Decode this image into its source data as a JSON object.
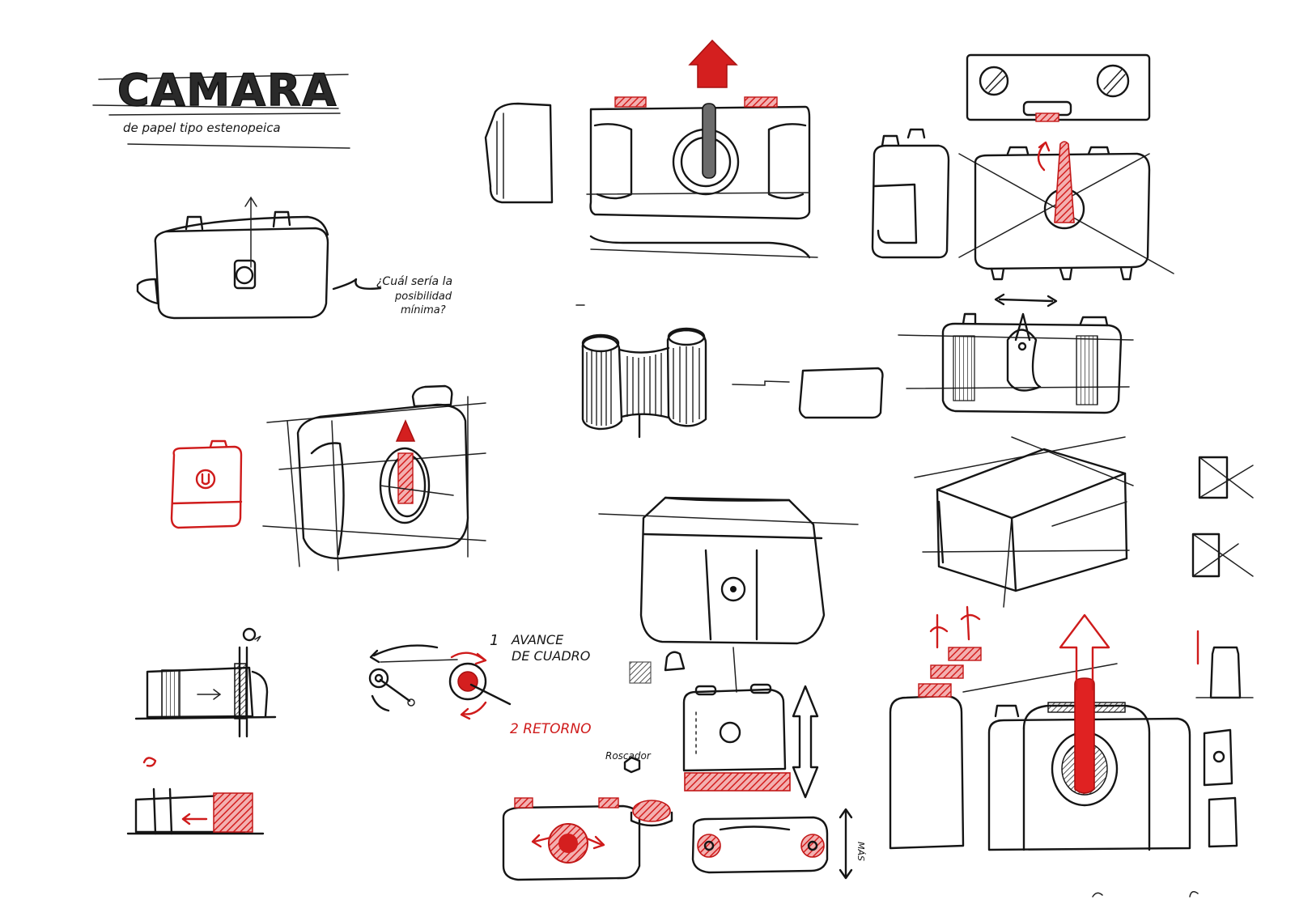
{
  "title": "CAMARA",
  "subtitle": "de papel tipo estenopeica",
  "notes": {
    "question_line1": "¿Cuál sería la",
    "question_line2": "posibilidad",
    "question_line3": "mínima?",
    "avance_num": "1",
    "avance_line1": "AVANCE",
    "avance_line2": "DE CUADRO",
    "retorno": "2 RETORNO",
    "rosca": "Roscador",
    "mas": "MÁS"
  },
  "colors": {
    "ink": "#151515",
    "accent": "#cf1b1b",
    "paper": "#ffffff"
  }
}
